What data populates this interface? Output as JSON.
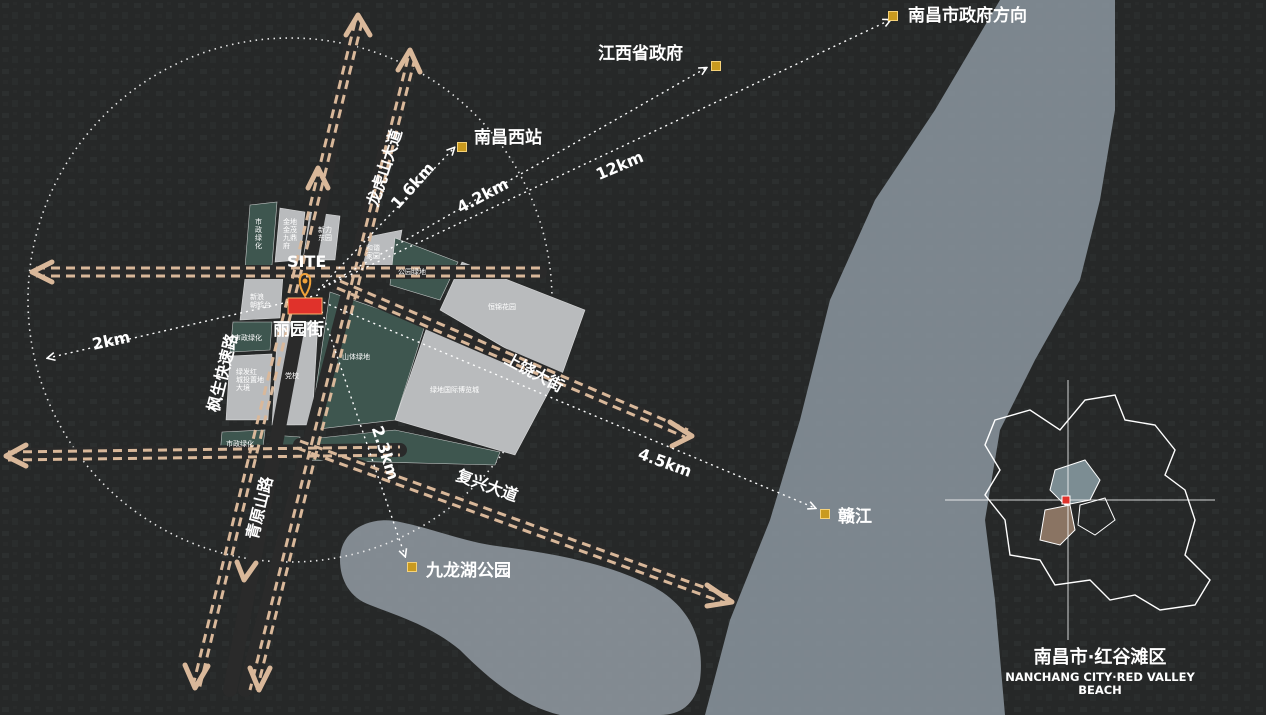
{
  "colors": {
    "background": "#262828",
    "river": "#8c96a0",
    "lake": "#9aa3ab",
    "block_gray": "#b9bbbd",
    "block_green": "#3e564f",
    "road_arrow": "#d9b89a",
    "marker": "#c99a1f",
    "site": "#e0322b"
  },
  "site": {
    "label": "SITE"
  },
  "destinations": {
    "nanchang_gov": "南昌市政府方向",
    "jiangxi_gov": "江西省政府",
    "nanchang_west": "南昌西站",
    "ganjiang": "赣江",
    "jiulong_lake": "九龙湖公园"
  },
  "distances": {
    "d12": "12km",
    "d42": "4.2km",
    "d16": "1.6km",
    "d2": "2km",
    "d45": "4.5km",
    "d23": "2.3km"
  },
  "roads": {
    "longhu": "龙虎山大道",
    "liyuan": "丽园街",
    "shangrao": "上饶大街",
    "fuxing": "复兴大道",
    "huangliu": "枫生快速路",
    "qingyuan": "青原山路"
  },
  "blocks": {
    "b1": "市\n政\n绿\n化",
    "b2": "金地\n金茂\n九鼎\n府",
    "b3": "新力\n东园",
    "b4": "和谐\n家园",
    "b5": "公园绿地",
    "b6": "恒锦花园",
    "b7": "新浪\n朝鹤台",
    "b8": "市政绿化",
    "b9": "绿发红\n城投置地\n大境",
    "b10": "党校",
    "b11": "山体绿地",
    "b12": "绿地国际博览城",
    "b13": "市政绿化"
  },
  "inset": {
    "title": "南昌市·红谷滩区",
    "subtitle": "NANCHANG CITY·RED VALLEY BEACH"
  }
}
